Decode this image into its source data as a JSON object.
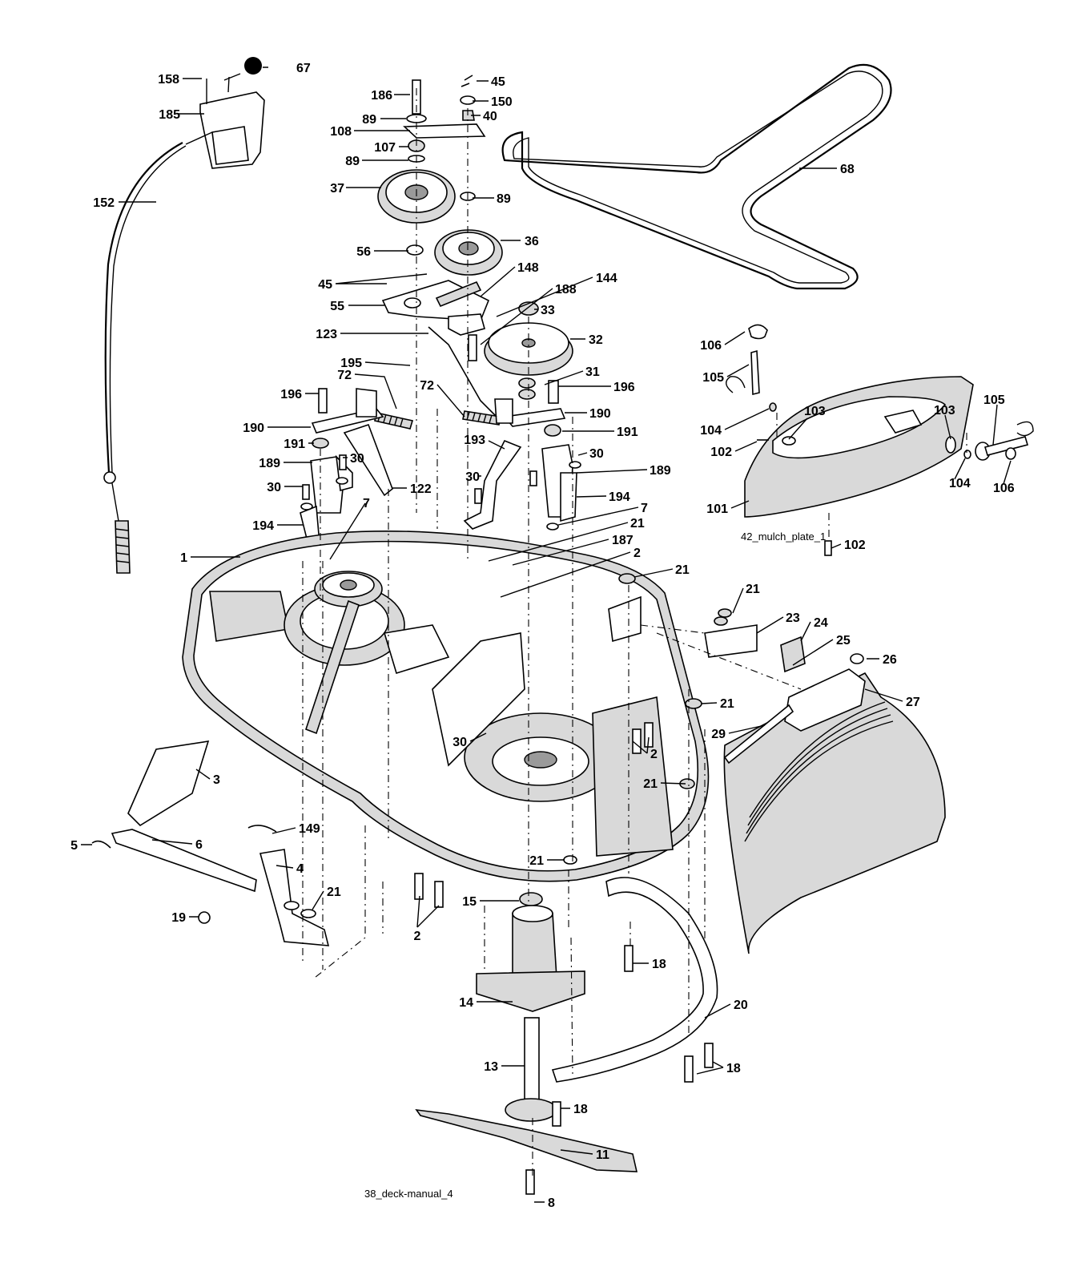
{
  "captions": {
    "deck": "38_deck-manual_4",
    "mulch": "42_mulch_plate_1"
  },
  "callouts": [
    "158",
    "67",
    "185",
    "152",
    "186",
    "45",
    "150",
    "89",
    "40",
    "108",
    "107",
    "89",
    "37",
    "89",
    "36",
    "56",
    "148",
    "45",
    "144",
    "55",
    "188",
    "33",
    "123",
    "32",
    "195",
    "31",
    "196",
    "72",
    "72",
    "196",
    "190",
    "190",
    "191",
    "191",
    "193",
    "30",
    "30",
    "189",
    "189",
    "30",
    "30",
    "122",
    "194",
    "194",
    "7",
    "7",
    "21",
    "1",
    "187",
    "2",
    "21",
    "21",
    "23",
    "24",
    "25",
    "26",
    "27",
    "21",
    "29",
    "30",
    "2",
    "21",
    "3",
    "149",
    "5",
    "6",
    "4",
    "21",
    "21",
    "19",
    "15",
    "2",
    "18",
    "14",
    "20",
    "13",
    "18",
    "18",
    "11",
    "8",
    "68",
    "106",
    "105",
    "104",
    "103",
    "103",
    "105",
    "102",
    "104",
    "106",
    "101",
    "102"
  ]
}
